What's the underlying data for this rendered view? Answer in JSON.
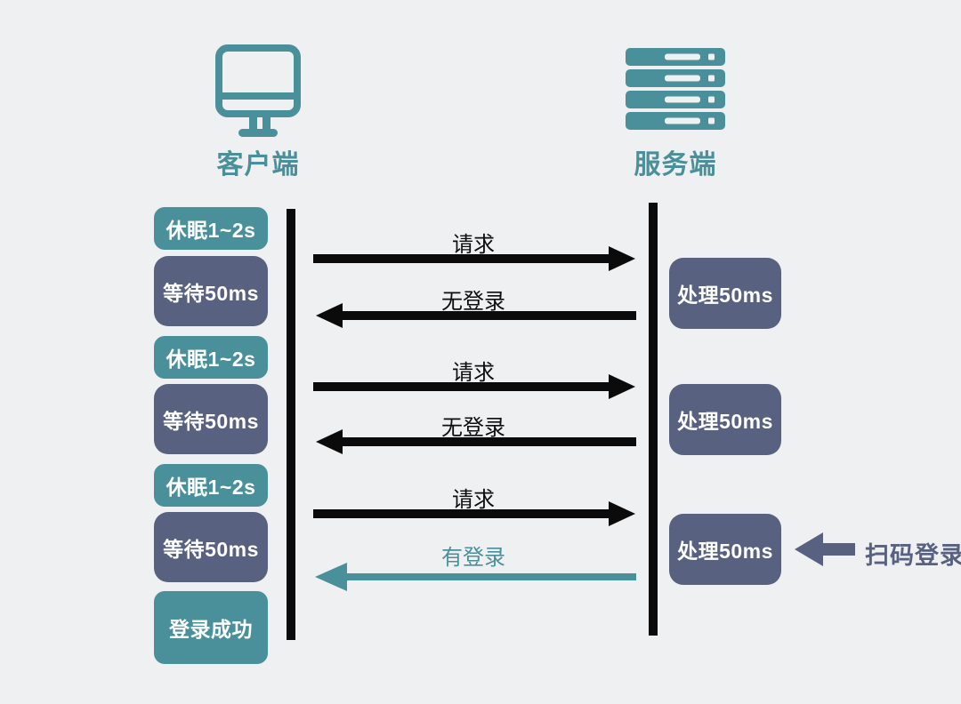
{
  "actors": {
    "client": {
      "label": "客户端",
      "icon": "monitor-icon"
    },
    "server": {
      "label": "服务端",
      "icon": "server-stack-icon"
    }
  },
  "client_steps": [
    {
      "label": "休眠1~2s",
      "variant": "teal"
    },
    {
      "label": "等待50ms",
      "variant": "dark"
    },
    {
      "label": "休眠1~2s",
      "variant": "teal"
    },
    {
      "label": "等待50ms",
      "variant": "dark"
    },
    {
      "label": "休眠1~2s",
      "variant": "teal"
    },
    {
      "label": "等待50ms",
      "variant": "dark"
    },
    {
      "label": "登录成功",
      "variant": "teal"
    }
  ],
  "server_steps": [
    {
      "label": "处理50ms"
    },
    {
      "label": "处理50ms"
    },
    {
      "label": "处理50ms"
    }
  ],
  "messages": [
    {
      "label": "请求",
      "direction": "right",
      "style": "black"
    },
    {
      "label": "无登录",
      "direction": "left",
      "style": "black"
    },
    {
      "label": "请求",
      "direction": "right",
      "style": "black"
    },
    {
      "label": "无登录",
      "direction": "left",
      "style": "black"
    },
    {
      "label": "请求",
      "direction": "right",
      "style": "black"
    },
    {
      "label": "有登录",
      "direction": "left",
      "style": "teal"
    }
  ],
  "annotation": {
    "label": "扫码登录"
  },
  "colors": {
    "background": "#eef0f2",
    "teal": "#4a909a",
    "dark": "#586180",
    "arrow_black": "#0d0d0d",
    "box_text": "#ffffff"
  }
}
